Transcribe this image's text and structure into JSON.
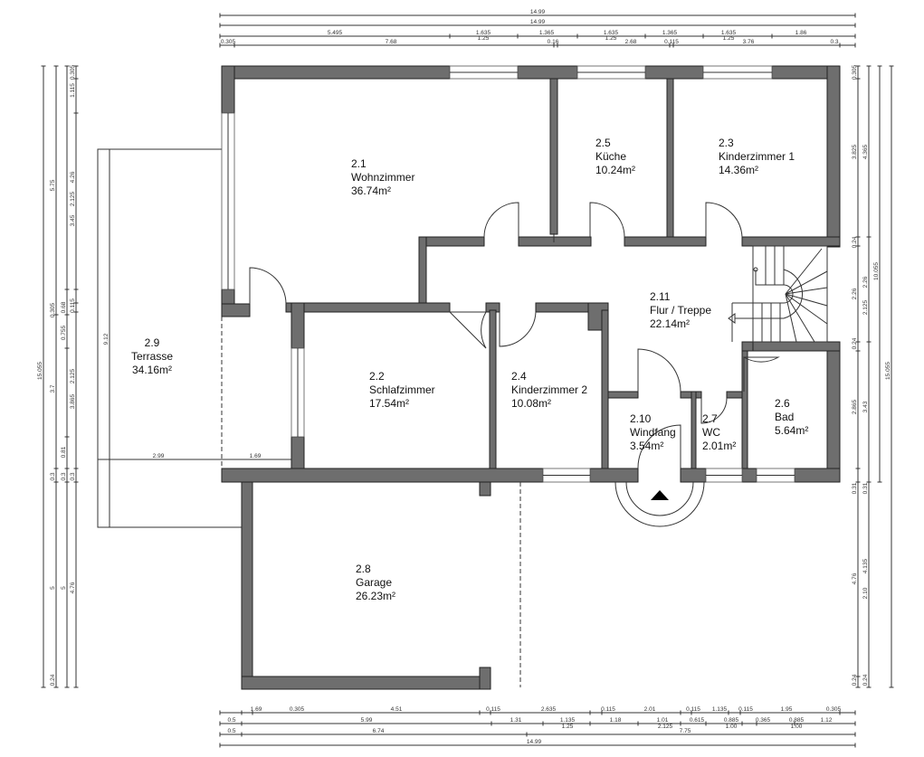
{
  "rooms": [
    {
      "number": "2.1",
      "name": "Wohnzimmer",
      "area": "36.74m²"
    },
    {
      "number": "2.2",
      "name": "Schlafzimmer",
      "area": "17.54m²"
    },
    {
      "number": "2.3",
      "name": "Kinderzimmer 1",
      "area": "14.36m²"
    },
    {
      "number": "2.4",
      "name": "Kinderzimmer 2",
      "area": "10.08m²"
    },
    {
      "number": "2.5",
      "name": "Küche",
      "area": "10.24m²"
    },
    {
      "number": "2.6",
      "name": "Bad",
      "area": "5.64m²"
    },
    {
      "number": "2.7",
      "name": "WC",
      "area": "2.01m²"
    },
    {
      "number": "2.8",
      "name": "Garage",
      "area": "26.23m²"
    },
    {
      "number": "2.9",
      "name": "Terrasse",
      "area": "34.16m²"
    },
    {
      "number": "2.10",
      "name": "Windfang",
      "area": "3.54m²"
    },
    {
      "number": "2.11",
      "name": "Flur / Treppe",
      "area": "22.14m²"
    }
  ],
  "dimensions": {
    "top": [
      "14.99",
      "14.99",
      "5.495",
      "1.635",
      "1.365",
      "1.635",
      "1.365",
      "1.635",
      "1.86",
      "1.25",
      "1.25",
      "1.25",
      "0.305",
      "7.68",
      "0.16",
      "2.68",
      "0.115",
      "3.76",
      "0.3"
    ],
    "bottom": [
      "1.69",
      "0.305",
      "4.51",
      "0.115",
      "2.635",
      "0.115",
      "2.01",
      "0.115",
      "1.135",
      "0.115",
      "1.95",
      "0.305",
      "0.5",
      "5.99",
      "1.31",
      "1.135",
      "1.18",
      "1.01",
      "0.615",
      "0.885",
      "0.365",
      "0.885",
      "1.12",
      "1.25",
      "2.125",
      "1.00",
      "1.00",
      "0.5",
      "6.74",
      "7.75",
      "14.99"
    ],
    "left": [
      "15.055",
      "5.75",
      "0.305",
      "3.7",
      "0.3",
      "5",
      "0.24",
      "0.68",
      "0.755",
      "0.81",
      "0.3",
      "5",
      "0.305",
      "1.115",
      "4.26",
      "2.125",
      "3.45",
      "0.115",
      "2.125",
      "3.865",
      "0.3",
      "4.76"
    ],
    "right": [
      "0.305",
      "3.825",
      "0.24",
      "2.26",
      "0.24",
      "2.865",
      "0.31",
      "4.76",
      "0.24",
      "4.365",
      "2.26",
      "2.125",
      "3.43",
      "0.31",
      "4.135",
      "2.10",
      "0.24",
      "10.055",
      "15.055"
    ],
    "terrace": [
      "9.12",
      "2.99",
      "1.69"
    ]
  },
  "colors": {
    "wall": "#6e6e6e",
    "line": "#333333"
  }
}
